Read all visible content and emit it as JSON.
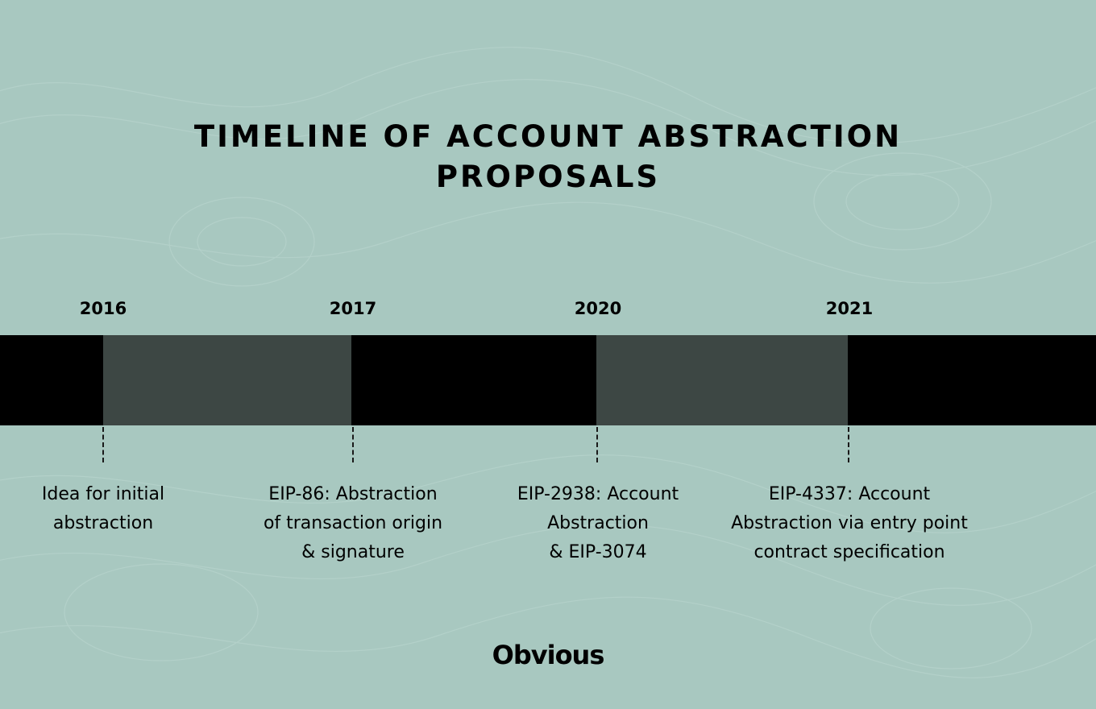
{
  "title": {
    "lines": [
      "Timeline of Account Abstraction",
      "Proposals"
    ]
  },
  "timeline": [
    {
      "year": "2016",
      "description": [
        "Idea for initial",
        "abstraction"
      ]
    },
    {
      "year": "2017",
      "description": [
        "EIP-86: Abstraction",
        "of transaction origin",
        "& signature"
      ]
    },
    {
      "year": "2020",
      "description": [
        "EIP-2938: Account",
        "Abstraction",
        "& EIP-3074"
      ]
    },
    {
      "year": "2021",
      "description": [
        "EIP-4337: Account",
        "Abstraction via entry point",
        "contract specification"
      ]
    }
  ],
  "colors": {
    "background": "#a8c8c0",
    "band_primary": "#000000",
    "band_secondary": "#3d4744",
    "text": "#000000"
  },
  "brand": {
    "logo_text": "Obvious"
  }
}
